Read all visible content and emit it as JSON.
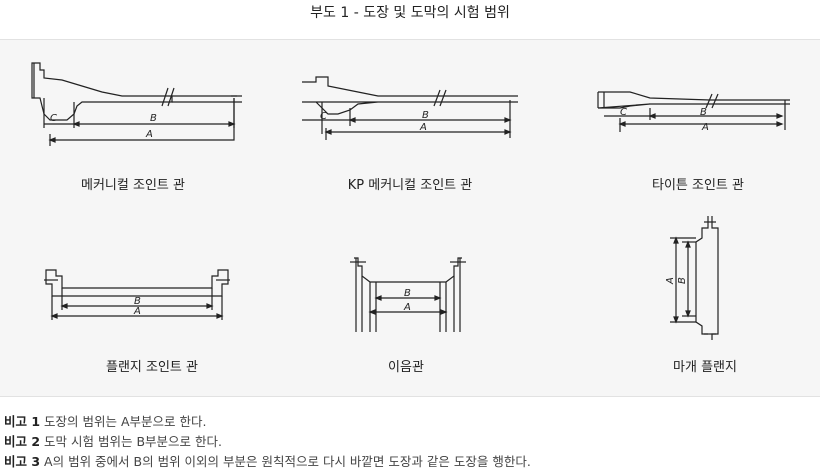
{
  "title": "부도 1 - 도장 및 도막의 시험 범위",
  "figures": [
    {
      "caption": "메커니컬 조인트 관",
      "labels": [
        "C",
        "B",
        "A"
      ]
    },
    {
      "caption": "KP 메커니컬 조인트 관",
      "labels": [
        "C",
        "B",
        "A"
      ]
    },
    {
      "caption": "타이튼 조인트 관",
      "labels": [
        "C",
        "B",
        "A"
      ]
    },
    {
      "caption": "플랜지 조인트 관",
      "labels": [
        "B",
        "A"
      ]
    },
    {
      "caption": "이음관",
      "labels": [
        "B",
        "A"
      ]
    },
    {
      "caption": "마개 플랜지",
      "labels": [
        "A",
        "B"
      ]
    }
  ],
  "notes": [
    {
      "label": "비고 1",
      "text": "도장의 범위는 A부분으로 한다."
    },
    {
      "label": "비고 2",
      "text": "도막 시험 범위는 B부분으로 한다."
    },
    {
      "label": "비고 3",
      "text": "A의 범위 중에서 B의 범위 이외의 부분은 원칙적으로 다시 바깥면 도장과 같은 도장을 행한다."
    }
  ]
}
